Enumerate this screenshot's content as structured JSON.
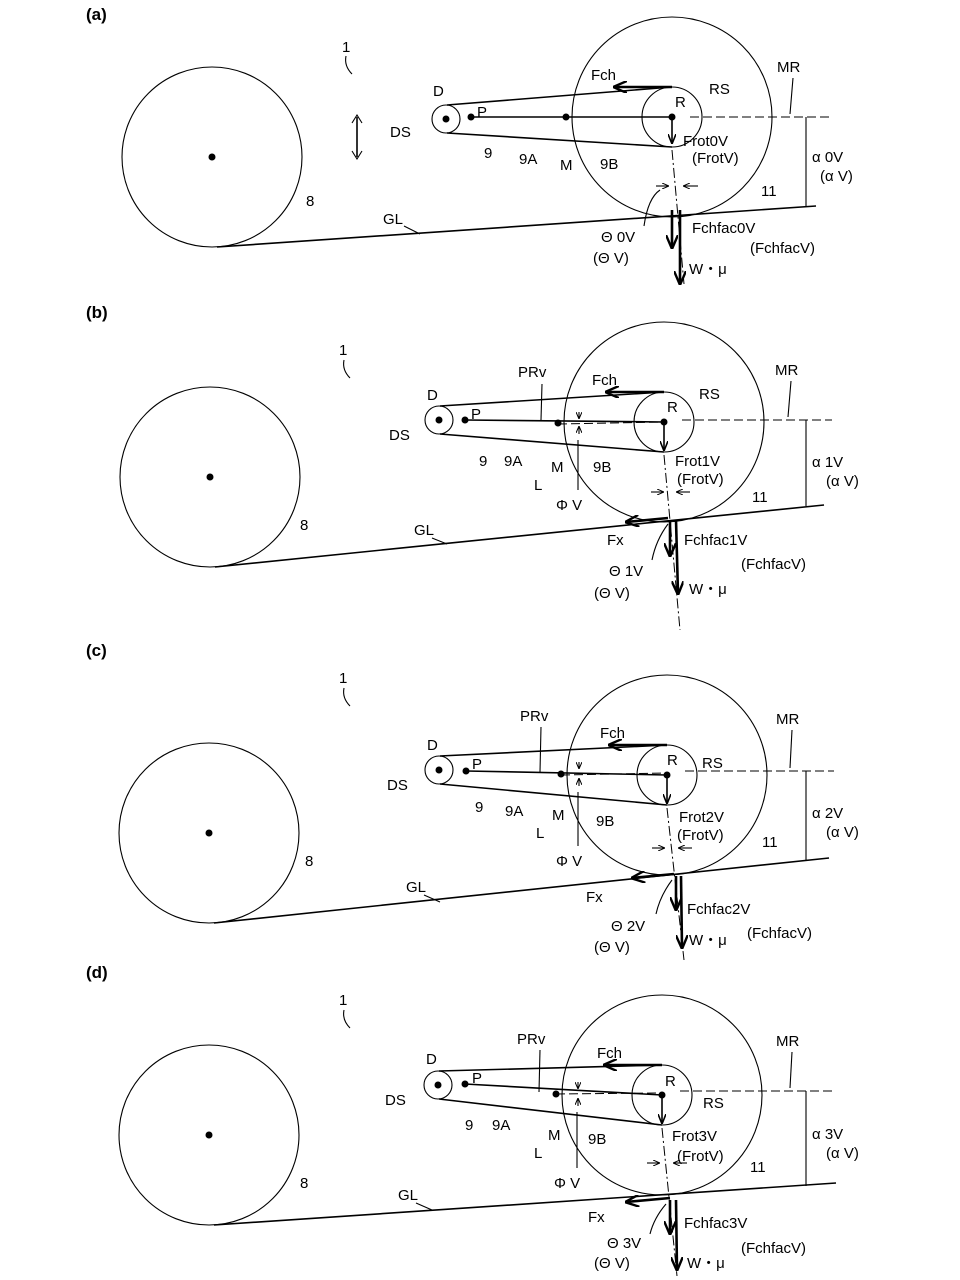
{
  "panels": [
    {
      "label": "(a)",
      "labels": {
        "ref1": "1",
        "d": "D",
        "ds": "DS",
        "p": "P",
        "n9": "9",
        "n9a": "9A",
        "m": "M",
        "n9b": "9B",
        "fch": "Fch",
        "r": "R",
        "rs": "RS",
        "mr": "MR",
        "frot": "Frot0V",
        "frotv": "(FrotV)",
        "n11": "11",
        "alpha": "α 0V",
        "alphav": "(α V)",
        "n8": "8",
        "gl": "GL",
        "theta": "Θ 0V",
        "thetav": "(Θ V)",
        "fchfac": "Fchfac0V",
        "fchfacv": "(FchfacV)",
        "wmu": "W・μ"
      }
    },
    {
      "label": "(b)",
      "labels": {
        "ref1": "1",
        "d": "D",
        "ds": "DS",
        "p": "P",
        "n9": "9",
        "n9a": "9A",
        "m": "M",
        "n9b": "9B",
        "prv": "PRv",
        "l": "L",
        "phi": "Φ V",
        "fx": "Fx",
        "fch": "Fch",
        "r": "R",
        "rs": "RS",
        "mr": "MR",
        "frot": "Frot1V",
        "frotv": "(FrotV)",
        "n11": "11",
        "alpha": "α 1V",
        "alphav": "(α V)",
        "n8": "8",
        "gl": "GL",
        "theta": "Θ 1V",
        "thetav": "(Θ V)",
        "fchfac": "Fchfac1V",
        "fchfacv": "(FchfacV)",
        "wmu": "W・μ"
      }
    },
    {
      "label": "(c)",
      "labels": {
        "ref1": "1",
        "d": "D",
        "ds": "DS",
        "p": "P",
        "n9": "9",
        "n9a": "9A",
        "m": "M",
        "n9b": "9B",
        "prv": "PRv",
        "l": "L",
        "phi": "Φ V",
        "fx": "Fx",
        "fch": "Fch",
        "r": "R",
        "rs": "RS",
        "mr": "MR",
        "frot": "Frot2V",
        "frotv": "(FrotV)",
        "n11": "11",
        "alpha": "α 2V",
        "alphav": "(α V)",
        "n8": "8",
        "gl": "GL",
        "theta": "Θ 2V",
        "thetav": "(Θ V)",
        "fchfac": "Fchfac2V",
        "fchfacv": "(FchfacV)",
        "wmu": "W・μ"
      }
    },
    {
      "label": "(d)",
      "labels": {
        "ref1": "1",
        "d": "D",
        "ds": "DS",
        "p": "P",
        "n9": "9",
        "n9a": "9A",
        "m": "M",
        "n9b": "9B",
        "prv": "PRv",
        "l": "L",
        "phi": "Φ V",
        "fx": "Fx",
        "fch": "Fch",
        "r": "R",
        "rs": "RS",
        "mr": "MR",
        "frot": "Frot3V",
        "frotv": "(FrotV)",
        "n11": "11",
        "alpha": "α 3V",
        "alphav": "(α V)",
        "n8": "8",
        "gl": "GL",
        "theta": "Θ 3V",
        "thetav": "(Θ V)",
        "fchfac": "Fchfac3V",
        "fchfacv": "(FchfacV)",
        "wmu": "W・μ"
      }
    }
  ]
}
